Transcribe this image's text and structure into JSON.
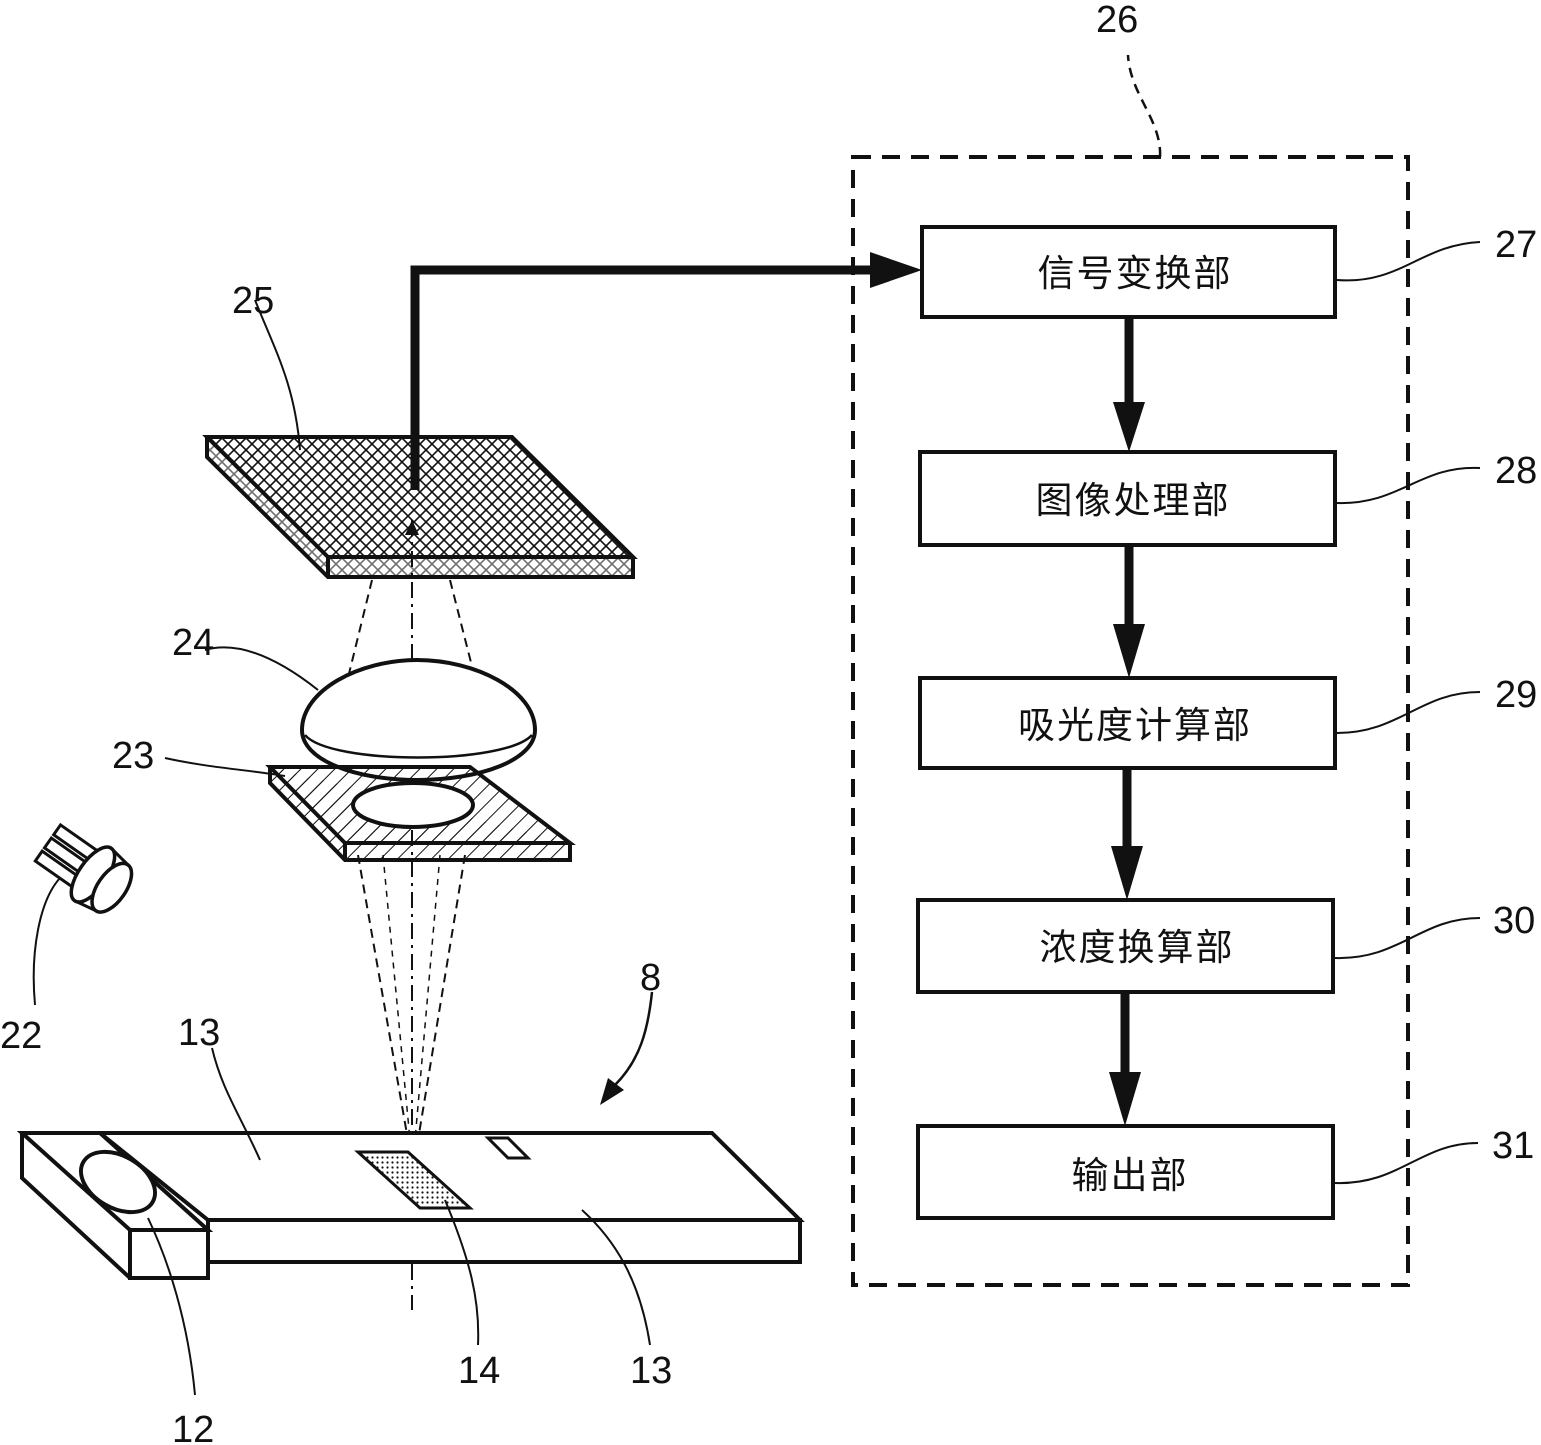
{
  "blocks": [
    {
      "id": "27",
      "label": "信号变换部"
    },
    {
      "id": "28",
      "label": "图像处理部"
    },
    {
      "id": "29",
      "label": "吸光度计算部"
    },
    {
      "id": "30",
      "label": "浓度换算部"
    },
    {
      "id": "31",
      "label": "输出部"
    }
  ],
  "refs": {
    "processing_unit": "26",
    "image_sensor": "25",
    "lens": "24",
    "aperture_plate": "23",
    "light_source": "22",
    "test_strip": "8",
    "strip_band_left": "13",
    "strip_band_right": "13",
    "detection_window": "14",
    "sample_port": "12"
  }
}
